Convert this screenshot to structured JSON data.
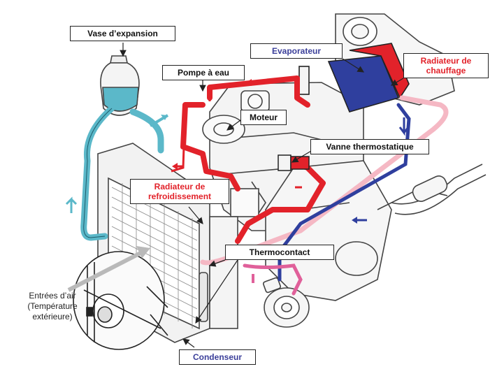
{
  "labels": {
    "vase": "Vase d’expansion",
    "pompe": "Pompe à eau",
    "moteur": "Moteur",
    "evaporateur": "Evaporateur",
    "radiateur_chauffage": [
      "Radiateur de",
      "chauffage"
    ],
    "vanne": "Vanne thermostatique",
    "radiateur_refroidissement": [
      "Radiateur de",
      "refroidissement"
    ],
    "thermocontact": "Thermocontact",
    "entrees_air": [
      "Entrées d’air",
      "(Température",
      "extérieure)"
    ],
    "condenseur": "Condenseur"
  },
  "colors": {
    "hot_circuit": "#e2222a",
    "heater_return": "#f5b8c4",
    "cold_return": "#2f3f9e",
    "expansion_circuit": "#5bb8c9",
    "pink_branch": "#e0609a",
    "airflow_arrow": "#b9b9b9",
    "label_red": "#e2222a",
    "label_blue": "#3b3f9a"
  }
}
